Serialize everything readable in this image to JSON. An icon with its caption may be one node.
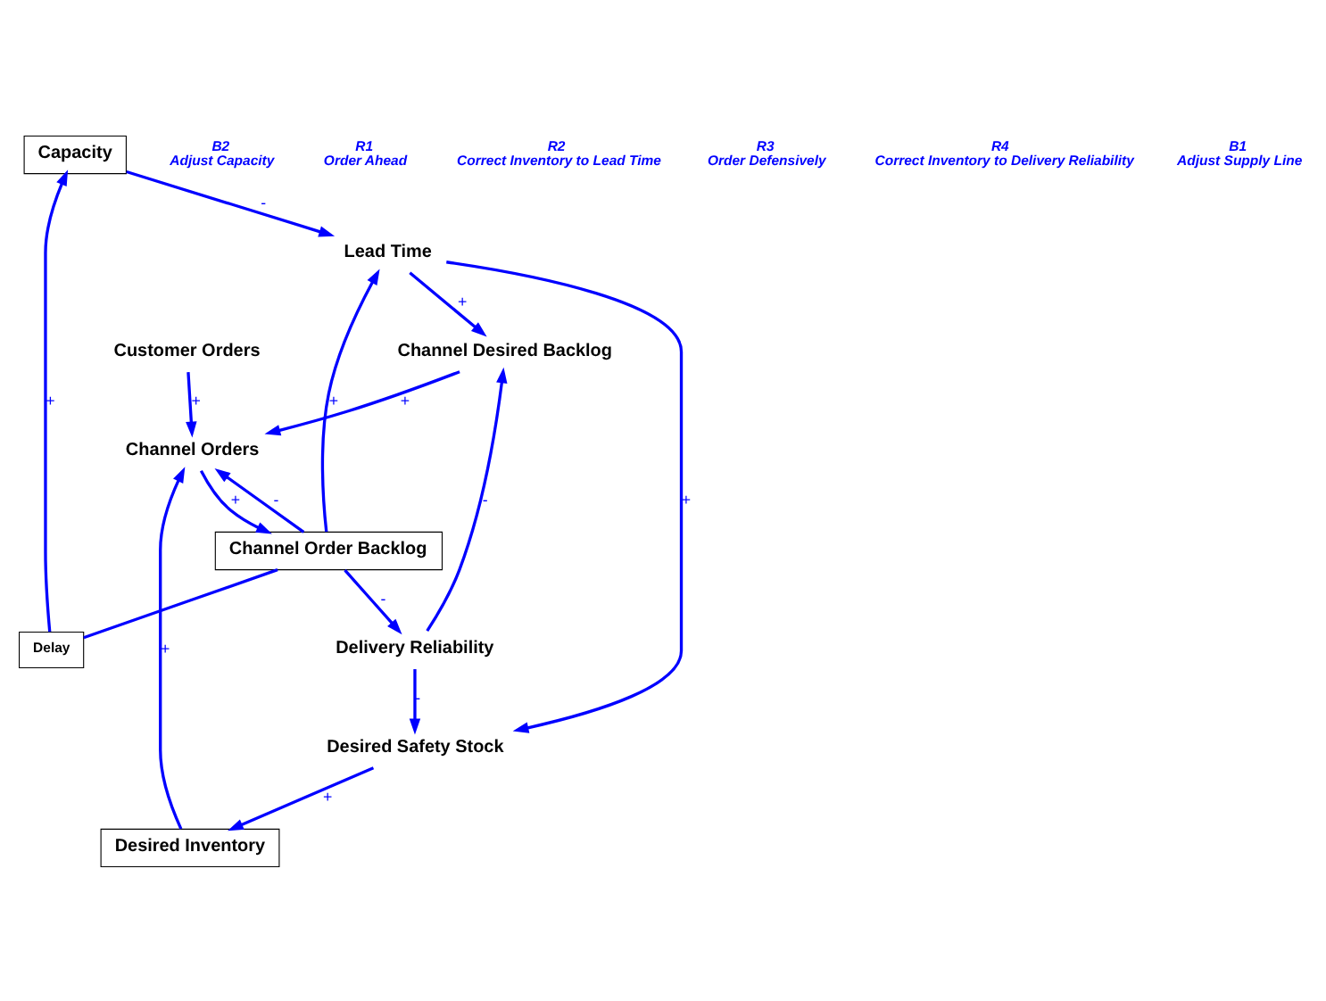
{
  "diagram": {
    "nodes": [
      {
        "text": [
          "Capacity"
        ]
      },
      {
        "text": [
          "Lead Time"
        ]
      },
      {
        "text": [
          "Delay"
        ]
      },
      {
        "text": [
          "Delivery Reliability"
        ]
      },
      {
        "text": [
          "Channel Order Backlog"
        ]
      },
      {
        "text": [
          "Channel Desired Backlog"
        ]
      },
      {
        "text": [
          "Desired Safety Stock"
        ]
      },
      {
        "text": [
          "Desired Inventory"
        ]
      },
      {
        "text": [
          "Channel Orders"
        ]
      },
      {
        "text": [
          "Customer Orders"
        ]
      }
    ],
    "edges": [
      {
        "from": 0,
        "to": 1,
        "arrow": "to",
        "label": "-"
      },
      {
        "from": 4,
        "to": 1,
        "arrow": "to",
        "label": "+"
      },
      {
        "from": 1,
        "to": 5,
        "arrow": "to",
        "label": "+"
      },
      {
        "from": 1,
        "to": 6,
        "arrow": "to",
        "label": "+"
      },
      {
        "from": 4,
        "to": 2,
        "arrow": "none"
      },
      {
        "from": 2,
        "to": 0,
        "arrow": "to",
        "label": "+"
      },
      {
        "from": 4,
        "to": 3,
        "arrow": "to",
        "label": "-"
      },
      {
        "from": 3,
        "to": 5,
        "arrow": "to",
        "label": "-"
      },
      {
        "from": 3,
        "to": 6,
        "arrow": "to",
        "label": "-"
      },
      {
        "from": 6,
        "to": 7,
        "arrow": "to",
        "label": "+"
      },
      {
        "from": 4,
        "to": 8,
        "arrow": "to",
        "label": "-"
      },
      {
        "from": 8,
        "to": 4,
        "arrow": "to",
        "label": "+"
      },
      {
        "from": 5,
        "to": 8,
        "arrow": "to",
        "label": "+"
      },
      {
        "from": 7,
        "to": 8,
        "arrow": "to",
        "label": "+"
      },
      {
        "from": 9,
        "to": 8,
        "arrow": "to",
        "label": "+"
      }
    ],
    "labels": [
      "B2",
      "Adjust Capacity",
      "R1",
      "Order Ahead",
      "R2",
      "Correct Inventory to Lead Time",
      "R3",
      "Order Defensively",
      "R4",
      "Correct Inventory to Delivery Reliability",
      "B1",
      "Adjust Supply Line"
    ]
  }
}
